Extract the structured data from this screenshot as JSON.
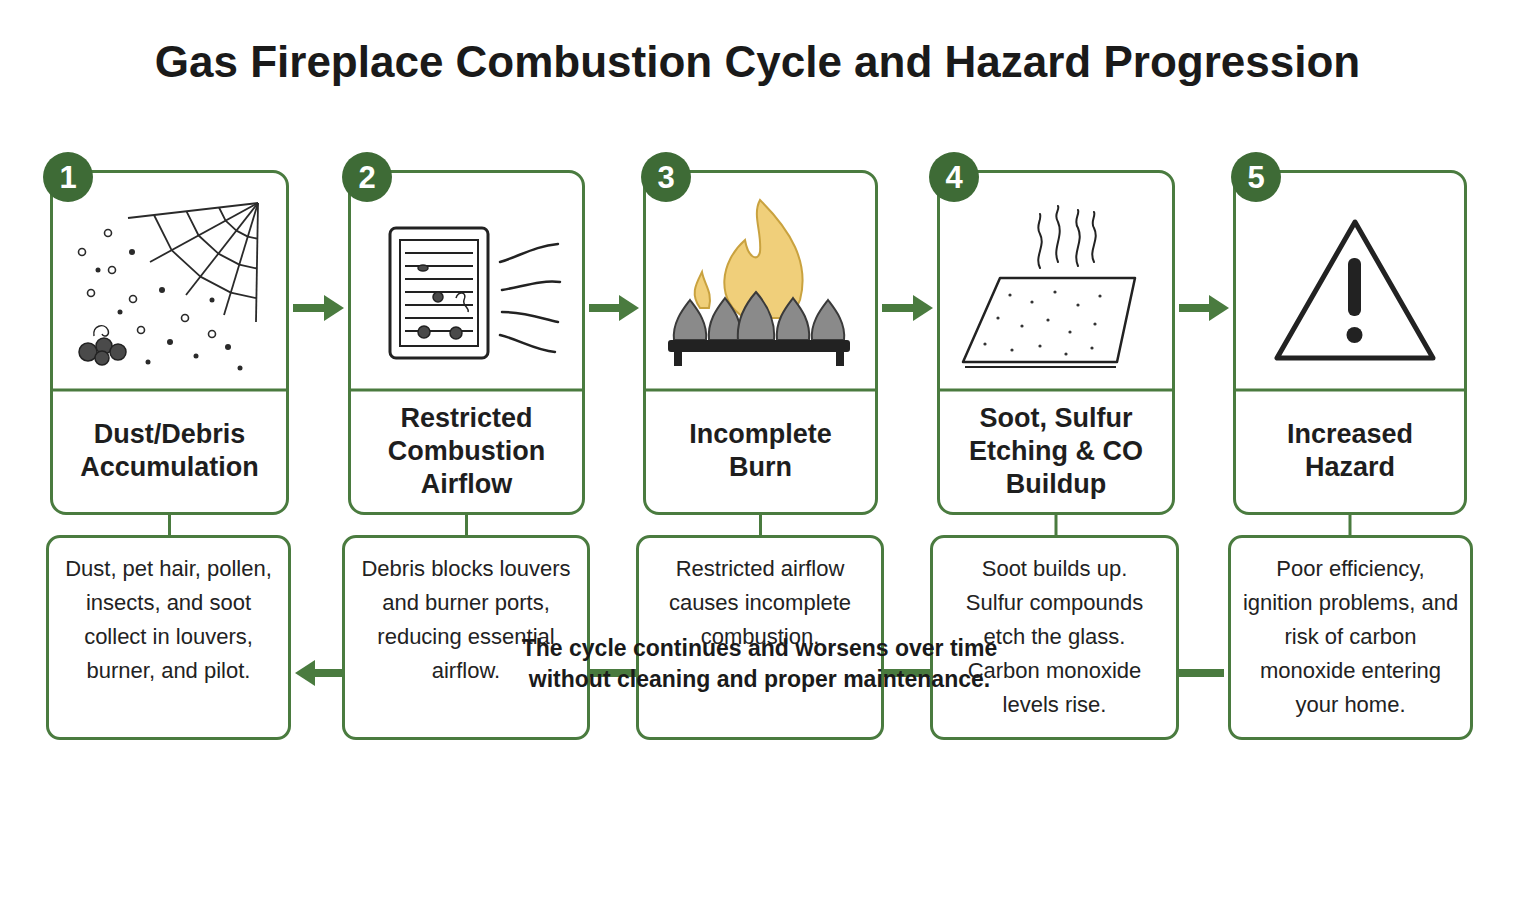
{
  "diagram": {
    "title": "Gas Fireplace Combustion Cycle and Hazard Progression",
    "nodes": [
      {
        "text": [
          "1"
        ]
      },
      {
        "text": [
          "Dust/Debris Accumulation"
        ]
      },
      {
        "text": [
          "Dust, pet hair, pollen, insects, and soot collect in louvers, burner, and pilot."
        ]
      },
      {
        "text": [
          "2"
        ]
      },
      {
        "text": [
          "Restricted Combustion Airflow"
        ]
      },
      {
        "text": [
          "Debris blocks louvers and burner ports, reducing essential airflow."
        ]
      },
      {
        "text": [
          "3"
        ]
      },
      {
        "text": [
          "Incomplete Burn"
        ]
      },
      {
        "text": [
          "Restricted airflow causes incomplete combustion."
        ]
      },
      {
        "text": [
          "4"
        ]
      },
      {
        "text": [
          "Soot, Sulfur Etching & CO Buildup"
        ]
      },
      {
        "text": [
          "Soot builds up. Sulfur compounds etch the glass. Carbon monoxide levels rise."
        ]
      },
      {
        "text": [
          "5"
        ]
      },
      {
        "text": [
          "Increased Hazard"
        ]
      },
      {
        "text": [
          "Poor efficiency, ignition problems, and risk of carbon monoxide entering your home."
        ]
      }
    ],
    "edges": [
      {
        "from": 1,
        "to": 4,
        "arrow": "to"
      },
      {
        "from": 4,
        "to": 7,
        "arrow": "to"
      },
      {
        "from": 7,
        "to": 10,
        "arrow": "to"
      },
      {
        "from": 10,
        "to": 13,
        "arrow": "to"
      },
      {
        "from": 1,
        "to": 2,
        "arrow": "none"
      },
      {
        "from": 4,
        "to": 5,
        "arrow": "none"
      },
      {
        "from": 7,
        "to": 8,
        "arrow": "none"
      },
      {
        "from": 10,
        "to": 11,
        "arrow": "none"
      },
      {
        "from": 13,
        "to": 14,
        "arrow": "none"
      },
      {
        "from": 14,
        "to": 2,
        "arrow": "to",
        "label": "The cycle continues and worsens over time without cleaning and proper maintenance."
      }
    ]
  }
}
